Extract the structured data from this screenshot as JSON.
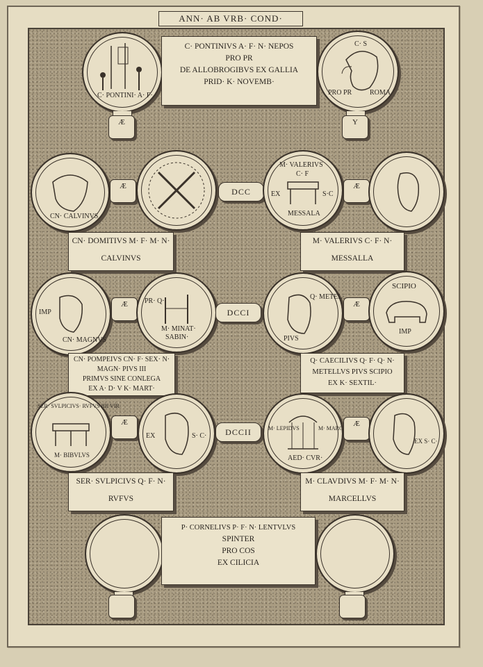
{
  "header": "ANN· AB VRB· COND·",
  "year_labels": [
    "DCC",
    "DCCI",
    "DCCII"
  ],
  "top": {
    "plaque": [
      "C· PONTINIVS A· F· N· NEPOS",
      "PRO PR",
      "DE ALLOBROGIBVS EX GALLIA",
      "PRID· K· NOVEMB·"
    ],
    "left_coin_legend": "C· PONTINI· A· F·",
    "right_coin_legend_left": "PRO PR",
    "right_coin_legend_right": "ROMA",
    "right_coin_legend_top": "C· S",
    "left_tag": "Æ",
    "right_tag": "Y"
  },
  "row1": {
    "coin1_legend": "CN· CALVINVS",
    "coin3_legend_top": "M· VALERIVS",
    "coin3_legend_sub": "C· F",
    "coin3_legend_left": "EX",
    "coin3_legend_right": "S·C",
    "coin3_legend_bottom": "MESSALA",
    "tag_left": "Æ",
    "tag_right": "Æ",
    "plaque_left": [
      "CN· DOMITIVS M· F· M· N·",
      "CALVINVS"
    ],
    "plaque_right": [
      "M· VALERIVS C· F· N·",
      "MESSALLA"
    ]
  },
  "row2": {
    "coin1_legend_left": "IMP",
    "coin1_legend_right": "CN· MAGNVS",
    "coin2_legend_left": "PR· Q·",
    "coin2_legend_bottom1": "M· MINAT·",
    "coin2_legend_bottom2": "SABIN·",
    "coin3_legend_right": "Q· METEL·",
    "coin3_legend_bottom": "PIVS",
    "coin4_legend_top": "SCIPIO",
    "coin4_legend_bottom": "IMP",
    "tag_left": "Æ",
    "tag_right": "Æ",
    "plaque_left": [
      "CN· POMPEIVS CN· F· SEX· N·",
      "MAGN· PIVS III",
      "PRIMVS SINE CONLEGA",
      "EX A· D· V K· MART·"
    ],
    "plaque_right": [
      "Q· CAECILIVS Q· F· Q· N·",
      "METELLVS PIVS SCIPIO",
      "EX K· SEXTIL·"
    ]
  },
  "row3": {
    "coin1_legend": "SER· SVLPICIVS· RVFVS IIII VIR",
    "coin1_legend_bottom": "M· BIBVLVS",
    "coin2_legend_left": "EX",
    "coin2_legend_right": "S· C·",
    "coin3_legend_left": "M· LEPIDVS",
    "coin3_legend_right": "M· MARCELL·",
    "coin3_legend_bottom": "AED· CVR·",
    "coin4_legend": "EX S· C·",
    "tag_left": "Æ",
    "tag_right": "Æ",
    "plaque_left": [
      "SER· SVLPICIVS Q· F· N·",
      "RVFVS"
    ],
    "plaque_right": [
      "M· CLAVDIVS M· F· M· N·",
      "MARCELLVS"
    ]
  },
  "bottom": {
    "plaque": [
      "P· CORNELIVS P· F· N· LENTVLVS",
      "SPINTER",
      "PRO COS",
      "EX CILICIA"
    ]
  }
}
